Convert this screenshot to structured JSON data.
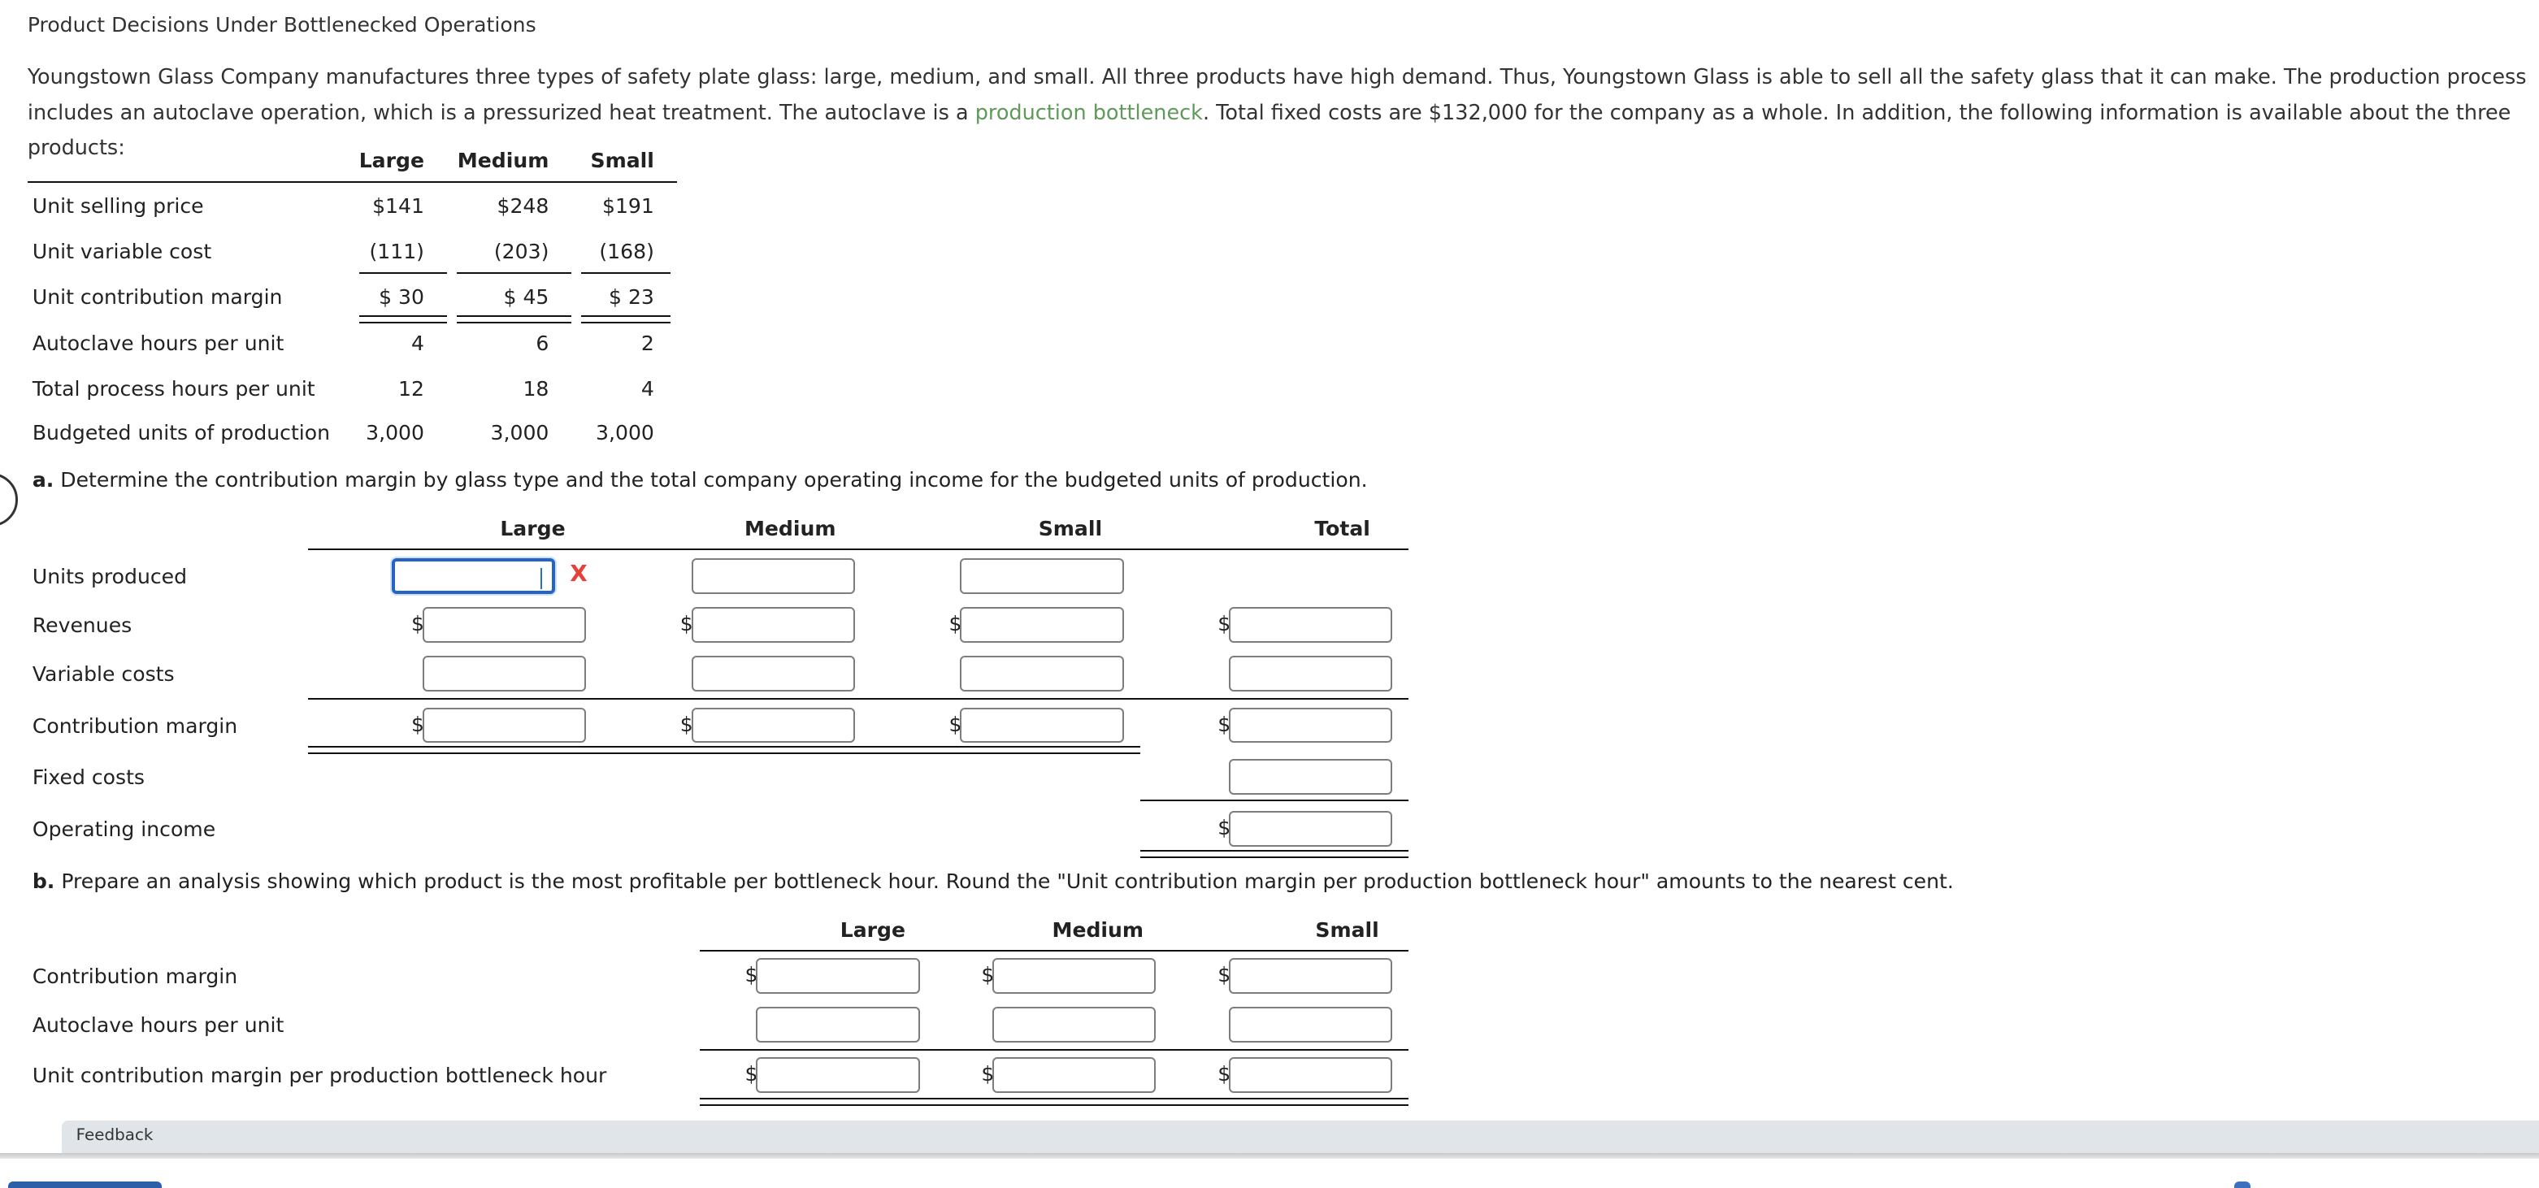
{
  "title": "Product Decisions Under Bottlenecked Operations",
  "intro": {
    "before_link": "Youngstown Glass Company manufactures three types of safety plate glass: large, medium, and small. All three products have high demand. Thus, Youngstown Glass is able to sell all the safety glass that it can make. The production process includes an autoclave operation, which is a pressurized heat treatment. The autoclave is a ",
    "link": "production bottleneck",
    "after_link": ". Total fixed costs are $132,000 for the company as a whole. In addition, the following information is available about the three products:"
  },
  "info_table": {
    "columns": [
      "Large",
      "Medium",
      "Small"
    ],
    "rows": [
      {
        "label": "Unit selling price",
        "values": [
          "$141",
          "$248",
          "$191"
        ]
      },
      {
        "label": "Unit variable cost",
        "values": [
          "(111)",
          "(203)",
          "(168)"
        ]
      },
      {
        "label": "Unit contribution margin",
        "values": [
          "$ 30",
          "$ 45",
          "$ 23"
        ]
      },
      {
        "label": "Autoclave hours per unit",
        "values": [
          "4",
          "6",
          "2"
        ]
      },
      {
        "label": "Total process hours per unit",
        "values": [
          "12",
          "18",
          "4"
        ]
      },
      {
        "label": "Budgeted units of production",
        "values": [
          "3,000",
          "3,000",
          "3,000"
        ]
      }
    ]
  },
  "currency_symbol": "$",
  "part_a": {
    "letter": "a.",
    "question": "Determine the contribution margin by glass type and the total company operating income for the budgeted units of production.",
    "columns": [
      "Large",
      "Medium",
      "Small",
      "Total"
    ],
    "rows": [
      {
        "label": "Units produced",
        "dollar": false,
        "inputs": [
          true,
          true,
          true,
          false
        ],
        "values": [
          "",
          "",
          "",
          ""
        ]
      },
      {
        "label": "Revenues",
        "dollar": true,
        "inputs": [
          true,
          true,
          true,
          true
        ],
        "values": [
          "",
          "",
          "",
          ""
        ]
      },
      {
        "label": "Variable costs",
        "dollar": false,
        "inputs": [
          true,
          true,
          true,
          true
        ],
        "values": [
          "",
          "",
          "",
          ""
        ]
      },
      {
        "label": "Contribution margin",
        "dollar": true,
        "inputs": [
          true,
          true,
          true,
          true
        ],
        "values": [
          "",
          "",
          "",
          ""
        ]
      },
      {
        "label": "Fixed costs",
        "dollar": false,
        "inputs": [
          false,
          false,
          false,
          true
        ],
        "values": [
          "",
          "",
          "",
          ""
        ]
      },
      {
        "label": "Operating income",
        "dollar": true,
        "inputs": [
          false,
          false,
          false,
          true
        ],
        "values": [
          "",
          "",
          "",
          ""
        ]
      }
    ],
    "incorrect_mark": "X"
  },
  "part_b": {
    "letter": "b.",
    "question": "Prepare an analysis showing which product is the most profitable per bottleneck hour. Round the \"Unit contribution margin per production bottleneck hour\" amounts to the nearest cent.",
    "columns": [
      "Large",
      "Medium",
      "Small"
    ],
    "rows": [
      {
        "label": "Contribution margin",
        "dollar": true,
        "values": [
          "",
          "",
          ""
        ]
      },
      {
        "label": "Autoclave hours per unit",
        "dollar": false,
        "values": [
          "",
          "",
          ""
        ]
      },
      {
        "label": "Unit contribution margin per production bottleneck hour",
        "dollar": true,
        "values": [
          "",
          "",
          ""
        ]
      }
    ]
  },
  "feedback": {
    "label": "Feedback"
  },
  "colors": {
    "link": "#5f9a5a",
    "focus": "#2563c4",
    "error": "#e5413a",
    "feedback_bg": "#dfe5e8"
  }
}
